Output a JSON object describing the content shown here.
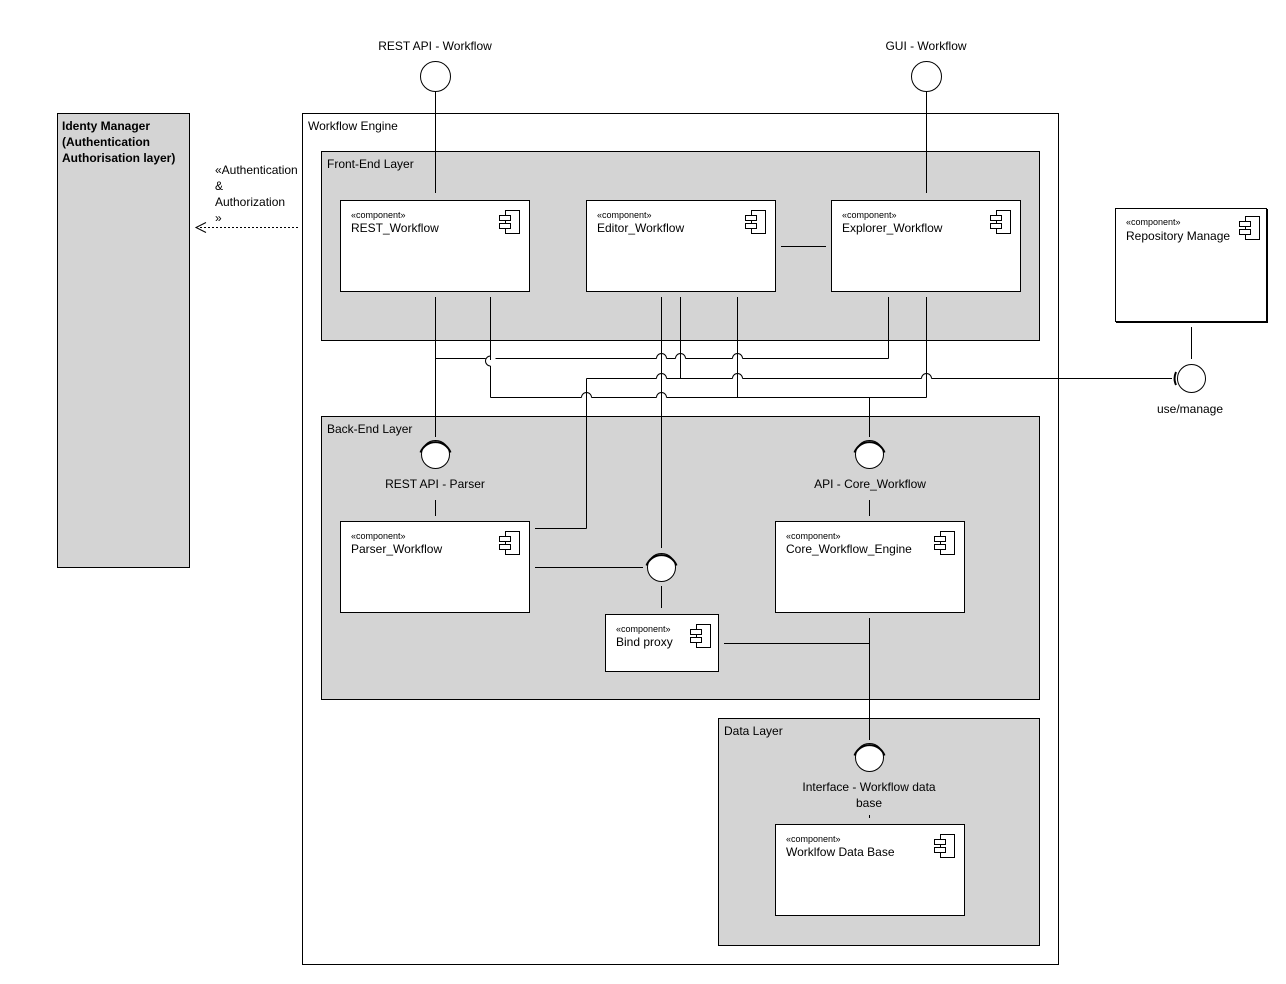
{
  "identity_manager": {
    "title": "Identy Manager (Authentication Authorisation layer)"
  },
  "auth_dependency": {
    "label_line1": "«Authentication",
    "label_line2": "&",
    "label_line3": "Authorization",
    "label_line4": "»"
  },
  "workflow_engine": {
    "title": "Workflow Engine"
  },
  "front_end_layer": {
    "title": "Front-End Layer"
  },
  "back_end_layer": {
    "title": "Back-End Layer"
  },
  "data_layer": {
    "title": "Data Layer"
  },
  "stereotype": "«component»",
  "components": {
    "rest_workflow": "REST_Workflow",
    "editor_workflow": "Editor_Workflow",
    "explorer_workflow": "Explorer_Workflow",
    "repository_manager": "Repository Manage",
    "parser_workflow": "Parser_Workflow",
    "core_workflow_engine": "Core_Workflow_Engine",
    "bind_proxy": "Bind proxy",
    "workflow_data_base": "Worklfow Data Base"
  },
  "interfaces": {
    "rest_api_workflow": "REST API - Workflow",
    "gui_workflow": "GUI - Workflow",
    "use_manage": "use/manage",
    "rest_api_parser": "REST API - Parser",
    "api_core_workflow": "API - Core_Workflow",
    "interface_workflow_db_line1": "Interface - Workflow data",
    "interface_workflow_db_line2": "base"
  }
}
